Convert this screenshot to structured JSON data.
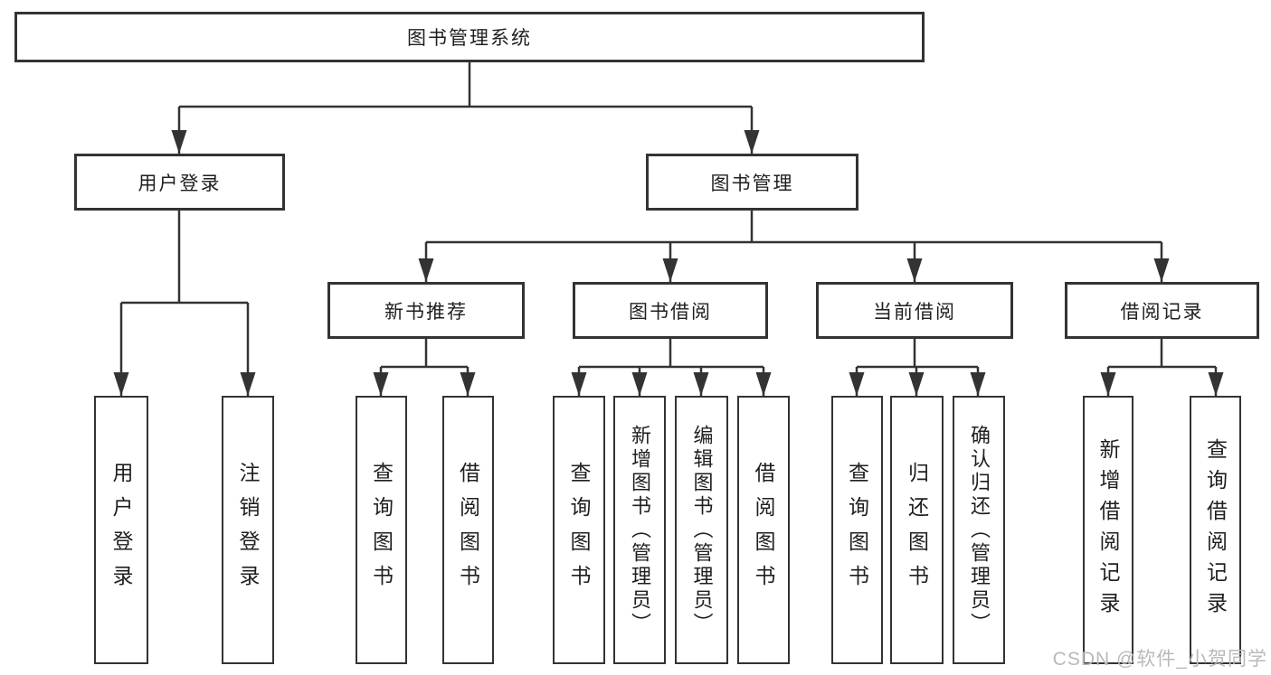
{
  "colors": {
    "line": "#333333",
    "text": "#1f1f1f",
    "watermark_text": "#b9b9b9",
    "background": "#ffffff"
  },
  "watermark": "CSDN @软件_小贺同学",
  "tree": {
    "root": {
      "label": "图书管理系统"
    },
    "branches": [
      {
        "label": "用户登录",
        "children": [
          {
            "label": "用户登录"
          },
          {
            "label": "注销登录"
          }
        ]
      },
      {
        "label": "图书管理",
        "children": [
          {
            "label": "新书推荐",
            "children": [
              {
                "label": "查询图书"
              },
              {
                "label": "借阅图书"
              }
            ]
          },
          {
            "label": "图书借阅",
            "children": [
              {
                "label": "查询图书"
              },
              {
                "label": "新增图书（管理员）"
              },
              {
                "label": "编辑图书（管理员）"
              },
              {
                "label": "借阅图书"
              }
            ]
          },
          {
            "label": "当前借阅",
            "children": [
              {
                "label": "查询图书"
              },
              {
                "label": "归还图书"
              },
              {
                "label": "确认归还（管理员）"
              }
            ]
          },
          {
            "label": "借阅记录",
            "children": [
              {
                "label": "新增借阅记录"
              },
              {
                "label": "查询借阅记录"
              }
            ]
          }
        ]
      }
    ]
  }
}
